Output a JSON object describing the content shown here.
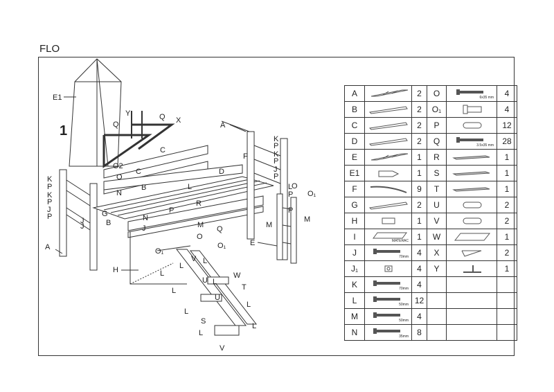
{
  "title": "FLO",
  "step_number": "1",
  "labels": {
    "E1": "E1",
    "Y": "Y",
    "Q": "Q",
    "X": "X",
    "A": "A",
    "K": "K",
    "P": "P",
    "F": "F",
    "C": "C",
    "O2": "O2",
    "O": "O",
    "D": "D",
    "J": "J",
    "L": "L",
    "O1": "O₁",
    "N": "N",
    "B": "B",
    "R": "R",
    "G": "G",
    "M": "M",
    "E": "E",
    "H": "H",
    "V": "V",
    "U": "U",
    "W": "W",
    "T": "T",
    "S": "S",
    "J1": "J₁"
  },
  "parts_table": {
    "rows": [
      {
        "left": {
          "letter": "A",
          "qty": "2"
        },
        "right": {
          "letter": "O",
          "qty": "4",
          "caption": "6x35 mm"
        }
      },
      {
        "left": {
          "letter": "B",
          "qty": "2"
        },
        "right": {
          "letter": "O₁",
          "qty": "4"
        }
      },
      {
        "left": {
          "letter": "C",
          "qty": "2"
        },
        "right": {
          "letter": "P",
          "qty": "12"
        }
      },
      {
        "left": {
          "letter": "D",
          "qty": "2"
        },
        "right": {
          "letter": "Q",
          "qty": "28",
          "caption": "3.5x35 mm"
        }
      },
      {
        "left": {
          "letter": "E",
          "qty": "1"
        },
        "right": {
          "letter": "R",
          "qty": "1"
        }
      },
      {
        "left": {
          "letter": "E1",
          "qty": "1"
        },
        "right": {
          "letter": "S",
          "qty": "1"
        }
      },
      {
        "left": {
          "letter": "F",
          "qty": "9"
        },
        "right": {
          "letter": "T",
          "qty": "1"
        }
      },
      {
        "left": {
          "letter": "G",
          "qty": "2"
        },
        "right": {
          "letter": "U",
          "qty": "2"
        }
      },
      {
        "left": {
          "letter": "H",
          "qty": "1"
        },
        "right": {
          "letter": "V",
          "qty": "2"
        }
      },
      {
        "left": {
          "letter": "I",
          "qty": "1",
          "caption": "MATERAC"
        },
        "right": {
          "letter": "W",
          "qty": "1"
        }
      },
      {
        "left": {
          "letter": "J",
          "qty": "4",
          "caption": "70mm"
        },
        "right": {
          "letter": "X",
          "qty": "2"
        }
      },
      {
        "left": {
          "letter": "J₁",
          "qty": "4"
        },
        "right": {
          "letter": "Y",
          "qty": "1"
        }
      },
      {
        "left": {
          "letter": "K",
          "qty": "4",
          "caption": "70mm"
        },
        "right": {
          "letter": "",
          "qty": ""
        }
      },
      {
        "left": {
          "letter": "L",
          "qty": "12",
          "caption": "50mm"
        },
        "right": {
          "letter": "",
          "qty": ""
        }
      },
      {
        "left": {
          "letter": "M",
          "qty": "4",
          "caption": "50mm"
        },
        "right": {
          "letter": "",
          "qty": ""
        }
      },
      {
        "left": {
          "letter": "N",
          "qty": "8",
          "caption": "35mm"
        },
        "right": {
          "letter": "",
          "qty": ""
        }
      }
    ]
  }
}
